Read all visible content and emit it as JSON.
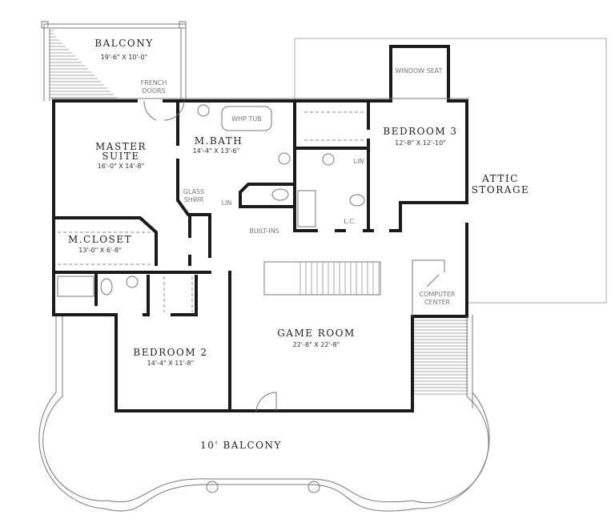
{
  "plan": {
    "balcony_top": {
      "name": "BALCONY",
      "size": "19'-6\" X 10'-0\""
    },
    "french_doors": [
      "FRENCH",
      "DOORS"
    ],
    "master_suite": {
      "name": [
        "MASTER",
        "SUITE"
      ],
      "size": "16'-0\" X 14'-8\""
    },
    "master_bath": {
      "name": "M.BATH",
      "size": "14'-4\" X 13'-6\""
    },
    "whp_tub": "WHP TUB",
    "glass_shower": [
      "GLASS",
      "SHWR"
    ],
    "linen_1": "LIN",
    "linen_2": "LIN",
    "linen_closet": "L.C.",
    "built_ins": "BUILT-INS",
    "window_seat": "WINDOW SEAT",
    "bedroom_3": {
      "name": "BEDROOM 3",
      "size": "12'-8\" X 12'-10\""
    },
    "attic_storage": [
      "ATTIC",
      "STORAGE"
    ],
    "master_closet": {
      "name": "M.CLOSET",
      "size": "13'-0\" X 6'-8\""
    },
    "computer_center": [
      "COMPUTER",
      "CENTER"
    ],
    "bedroom_2": {
      "name": "BEDROOM 2",
      "size": "14'-4\" X 11'-8\""
    },
    "game_room": {
      "name": "GAME ROOM",
      "size": "22'-8\" X 22'-8\""
    },
    "balcony_front": {
      "name": "10' BALCONY"
    }
  }
}
